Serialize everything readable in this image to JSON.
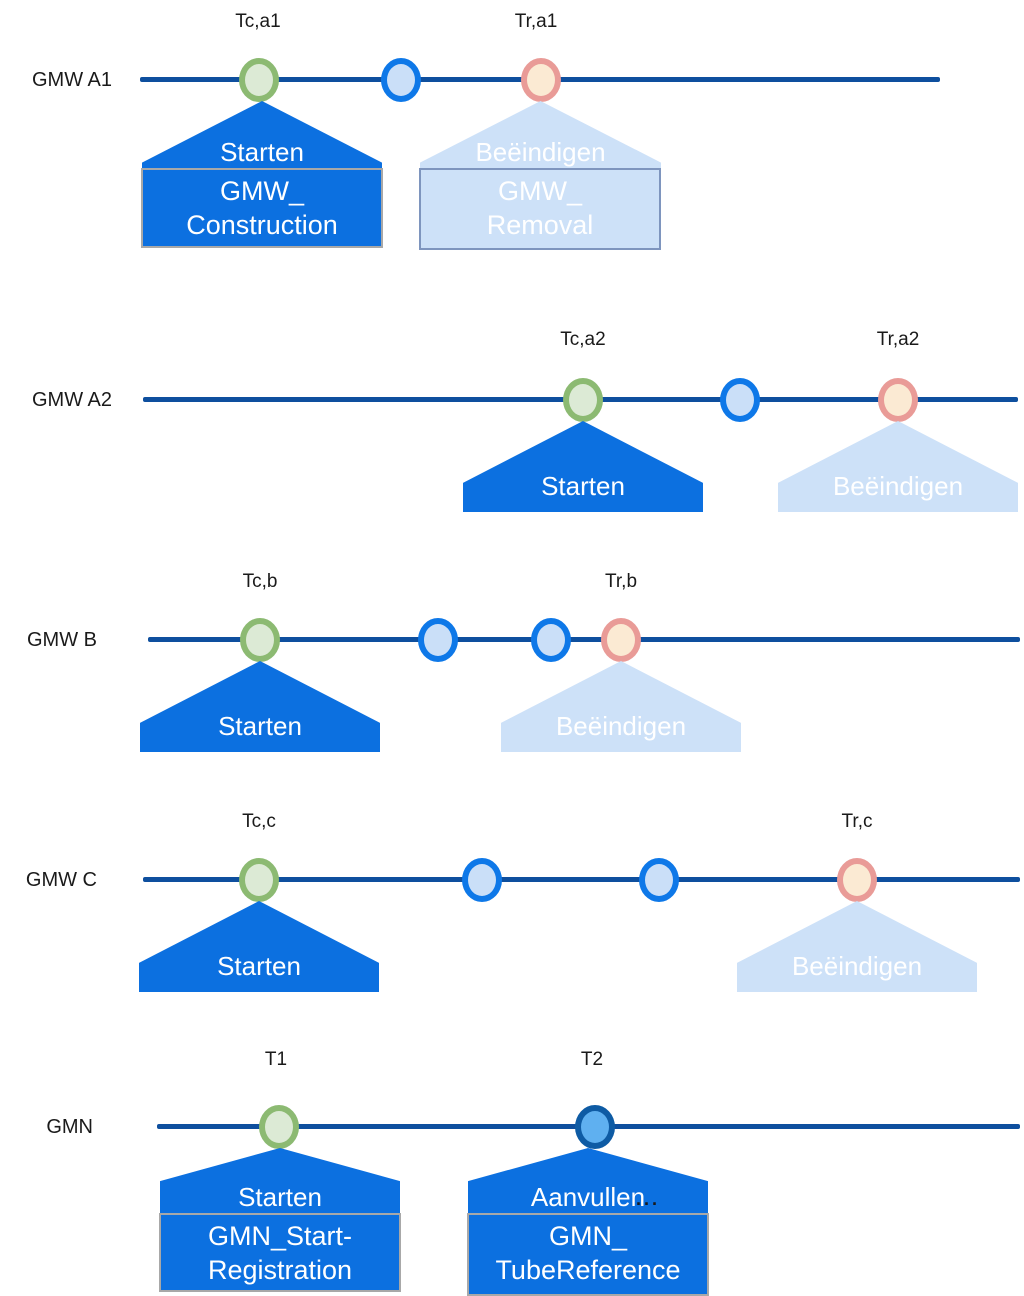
{
  "colors": {
    "timeline": "#0E4F9E",
    "flag_dark_blue": "#0C70E0",
    "flag_light_blue": "#CDE1F8",
    "box_border_dark_flag": "#A8A8A8",
    "box_border_light_flag": "#7E95BE",
    "event_start_fill": "#DCEAD5",
    "event_start_border": "#8CBA72",
    "event_intermediate_fill": "#CADFF8",
    "event_intermediate_border": "#0E78E8",
    "event_end_fill": "#FBEAD3",
    "event_end_border": "#E99B97",
    "event_tube_fill": "#5FB0F0",
    "event_tube_border": "#0E5BA4"
  },
  "rows": [
    {
      "label": "GMW A1",
      "time_labels": {
        "start": "Tc,a1",
        "end": "Tr,a1"
      },
      "flags": {
        "start_title": "Starten",
        "start_box": [
          "GMW_",
          "Construction"
        ],
        "end_title": "Beëindigen",
        "end_box": [
          "GMW_",
          "Removal"
        ]
      }
    },
    {
      "label": "GMW A2",
      "time_labels": {
        "start": "Tc,a2",
        "end": "Tr,a2"
      },
      "flags": {
        "start_title": "Starten",
        "end_title": "Beëindigen"
      }
    },
    {
      "label": "GMW B",
      "time_labels": {
        "start": "Tc,b",
        "end": "Tr,b"
      },
      "flags": {
        "start_title": "Starten",
        "end_title": "Beëindigen"
      }
    },
    {
      "label": "GMW C",
      "time_labels": {
        "start": "Tc,c",
        "end": "Tr,c"
      },
      "flags": {
        "start_title": "Starten",
        "end_title": "Beëindigen"
      }
    },
    {
      "label": "GMN",
      "time_labels": {
        "start": "T1",
        "end": "T2"
      },
      "flags": {
        "start_title": "Starten",
        "start_box": [
          "GMN_Start-",
          "Registration"
        ],
        "end_title": "Aanvullen",
        "end_ellipsis": "...",
        "end_box": [
          "GMN_",
          "TubeReference"
        ]
      }
    }
  ]
}
